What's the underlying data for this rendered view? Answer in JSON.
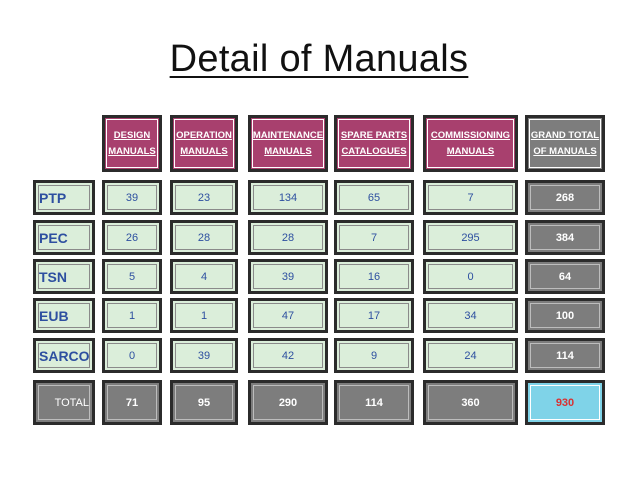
{
  "title": "Detail of Manuals",
  "columns": [
    "DESIGN\nMANUALS",
    "OPERATION\nMANUALS",
    "MAINTENANCE\nMANUALS",
    "SPARE PARTS\nCATALOGUES",
    "COMMISSIONING\nMANUALS",
    "GRAND TOTAL\nOF MANUALS"
  ],
  "rows": [
    {
      "label": "PTP",
      "values": [
        "39",
        "23",
        "134",
        "65",
        "7",
        "268"
      ]
    },
    {
      "label": "PEC",
      "values": [
        "26",
        "28",
        "28",
        "7",
        "295",
        "384"
      ]
    },
    {
      "label": "TSN",
      "values": [
        "5",
        "4",
        "39",
        "16",
        "0",
        "64"
      ]
    },
    {
      "label": "EUB",
      "values": [
        "1",
        "1",
        "47",
        "17",
        "34",
        "100"
      ]
    },
    {
      "label": "SARCO",
      "values": [
        "0",
        "39",
        "42",
        "9",
        "24",
        "114"
      ]
    }
  ],
  "total": {
    "label": "TOTAL",
    "values": [
      "71",
      "95",
      "290",
      "114",
      "360",
      "930"
    ]
  },
  "colors": {
    "header": "#a8406e",
    "grand_header": "#7d7d7d",
    "cell": "#dbeeda",
    "cell_text": "#2d4fa0",
    "total_cell": "#7d7d7d",
    "grand_total_cell": "#7fd3e8",
    "grand_total_text": "#d93030"
  }
}
